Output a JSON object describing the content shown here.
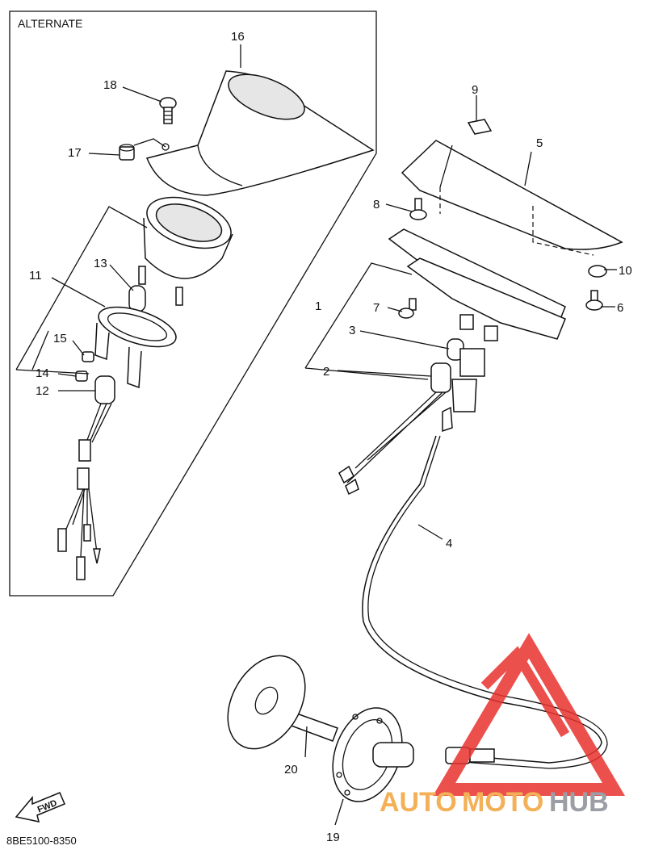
{
  "diagram": {
    "alternate_label": "ALTERNATE",
    "drawing_code": "8BE5100-8350",
    "fwd_label": "FWD",
    "watermark": {
      "auto": "AUTO",
      "moto": "MOTO",
      "hub": "HUB",
      "colors": {
        "auto": "#f2a33a",
        "moto": "#f2a33a",
        "hub": "#8a8f96",
        "triangle": "#e8322f"
      }
    },
    "callouts": {
      "c1": "1",
      "c2": "2",
      "c3": "3",
      "c4": "4",
      "c5": "5",
      "c6": "6",
      "c7": "7",
      "c8": "8",
      "c9": "9",
      "c10": "10",
      "c11": "11",
      "c12": "12",
      "c13": "13",
      "c14": "14",
      "c15": "15",
      "c16": "16",
      "c17": "17",
      "c18": "18",
      "c19": "19",
      "c20": "20"
    }
  }
}
